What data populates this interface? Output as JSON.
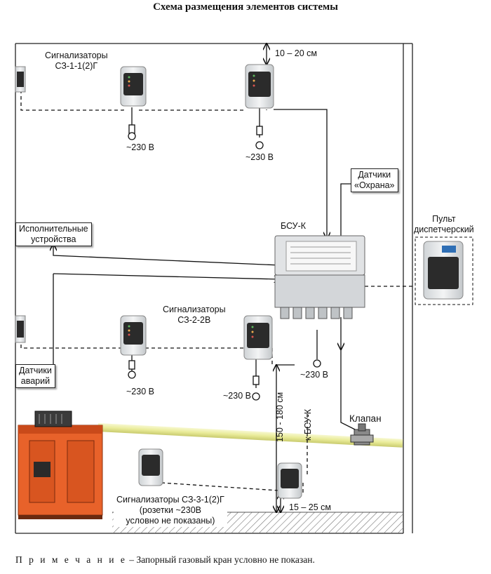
{
  "title": "Схема размещения элементов системы",
  "labels": {
    "sig_top": "Сигнализаторы\nСЗ-1-1(2)Г",
    "dist_top": "10 – 20 см",
    "v230_1": "~230 В",
    "v230_2": "~230 В",
    "v230_3": "~230 В",
    "v230_4": "~230 В",
    "v230_5": "~230 В",
    "datchiki_ohrana": "Датчики\n«Охрана»",
    "bsu": "БСУ-К",
    "pult": "Пульт\nдиспетчерский",
    "ispoln": "Исполнительные\nустройства",
    "sig_mid": "Сигнализаторы\nСЗ-2-2В",
    "datchiki_avariy": "Датчики\nаварий",
    "dist_vert": "150 - 180 см",
    "k_bsu": "к БСУ-К",
    "klapan": "Клапан",
    "sig_bottom": "Сигнализаторы СЗ-3-1(2)Г\n(розетки ~230В\nусловно не показаны)",
    "dist_bottom": "15 – 25 см"
  },
  "note": {
    "prefix": "П р и м е ч а н и е",
    "text": " – Запорный газовый кран условно не показан."
  },
  "colors": {
    "boiler": "#e8622a",
    "gas_pipe": "#eef0a8",
    "device_dark": "#2b2b2b",
    "device_light": "#e6e6e6"
  }
}
